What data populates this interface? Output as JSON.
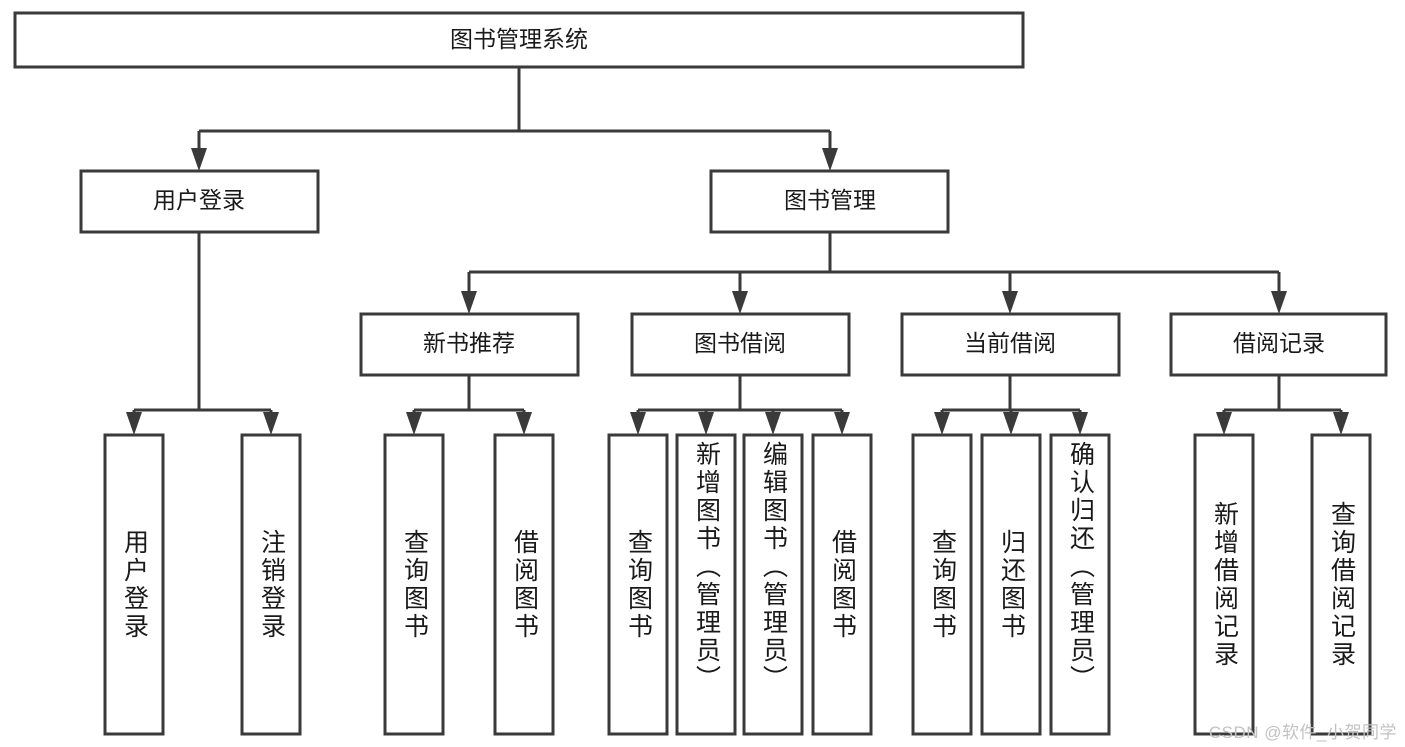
{
  "diagram": {
    "type": "tree-hierarchy",
    "title": "图书管理系统",
    "watermark": "CSDN @软件_小贺同学",
    "colors": {
      "stroke": "#3a3a3a",
      "fill": "#ffffff",
      "text": "#1a1a1a",
      "watermark": "#c2c2c2"
    },
    "levels": {
      "root": {
        "label": "图书管理系统"
      },
      "level1": [
        {
          "label": "用户登录"
        },
        {
          "label": "图书管理"
        }
      ],
      "level2": [
        {
          "label": "新书推荐"
        },
        {
          "label": "图书借阅"
        },
        {
          "label": "当前借阅"
        },
        {
          "label": "借阅记录"
        }
      ],
      "leaves": {
        "user_login": [
          {
            "label": "用户登录"
          },
          {
            "label": "注销登录"
          }
        ],
        "new_book_recommend": [
          {
            "label": "查询图书"
          },
          {
            "label": "借阅图书"
          }
        ],
        "book_borrow": [
          {
            "label": "查询图书"
          },
          {
            "label": "新增图书（管理员）"
          },
          {
            "label": "编辑图书（管理员）"
          },
          {
            "label": "借阅图书"
          }
        ],
        "current_borrow": [
          {
            "label": "查询图书"
          },
          {
            "label": "归还图书"
          },
          {
            "label": "确认归还（管理员）"
          }
        ],
        "borrow_record": [
          {
            "label": "新增借阅记录"
          },
          {
            "label": "查询借阅记录"
          }
        ]
      }
    }
  }
}
